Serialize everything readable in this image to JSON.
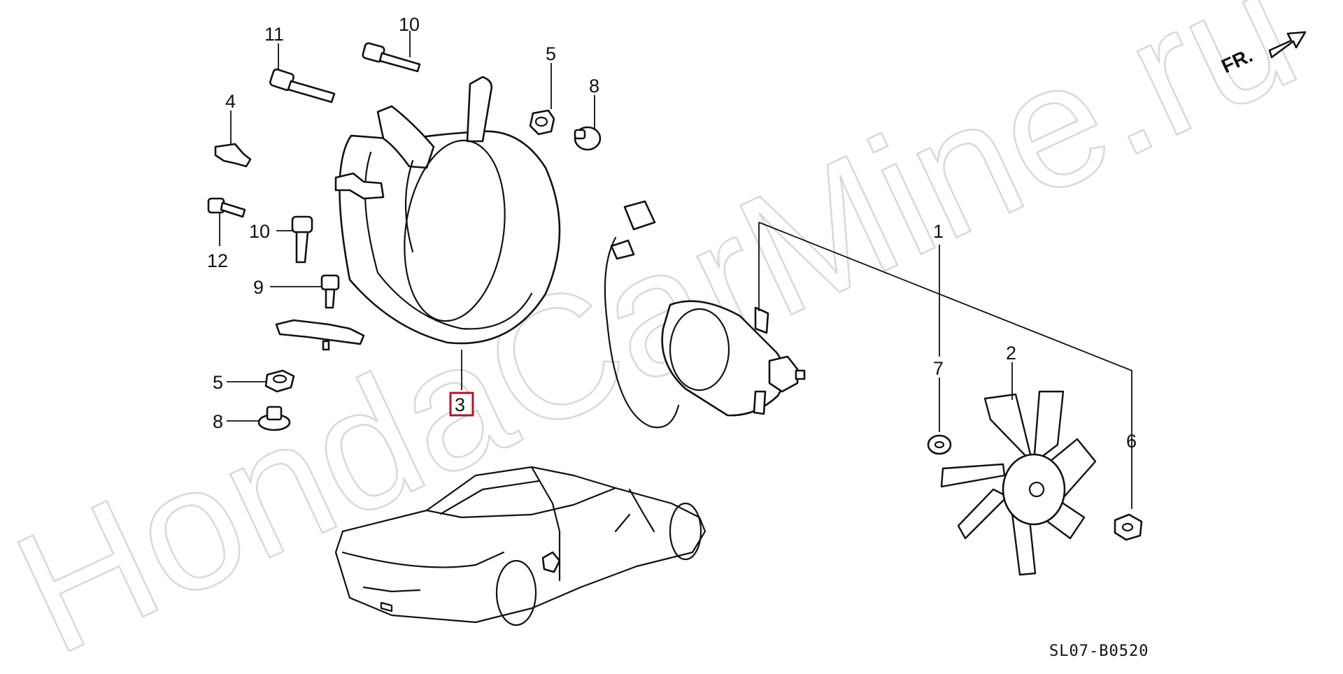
{
  "watermark": "HondaCarMine.ru",
  "direction_marker": "FR.",
  "diagram_code": "SL07-B0520",
  "highlight_color": "#a8182e",
  "callouts": {
    "c1": "1",
    "c2": "2",
    "c3": "3",
    "c4": "4",
    "c5a": "5",
    "c5b": "5",
    "c6": "6",
    "c7": "7",
    "c8a": "8",
    "c8b": "8",
    "c9": "9",
    "c10a": "10",
    "c10b": "10",
    "c11": "11",
    "c12": "12"
  }
}
